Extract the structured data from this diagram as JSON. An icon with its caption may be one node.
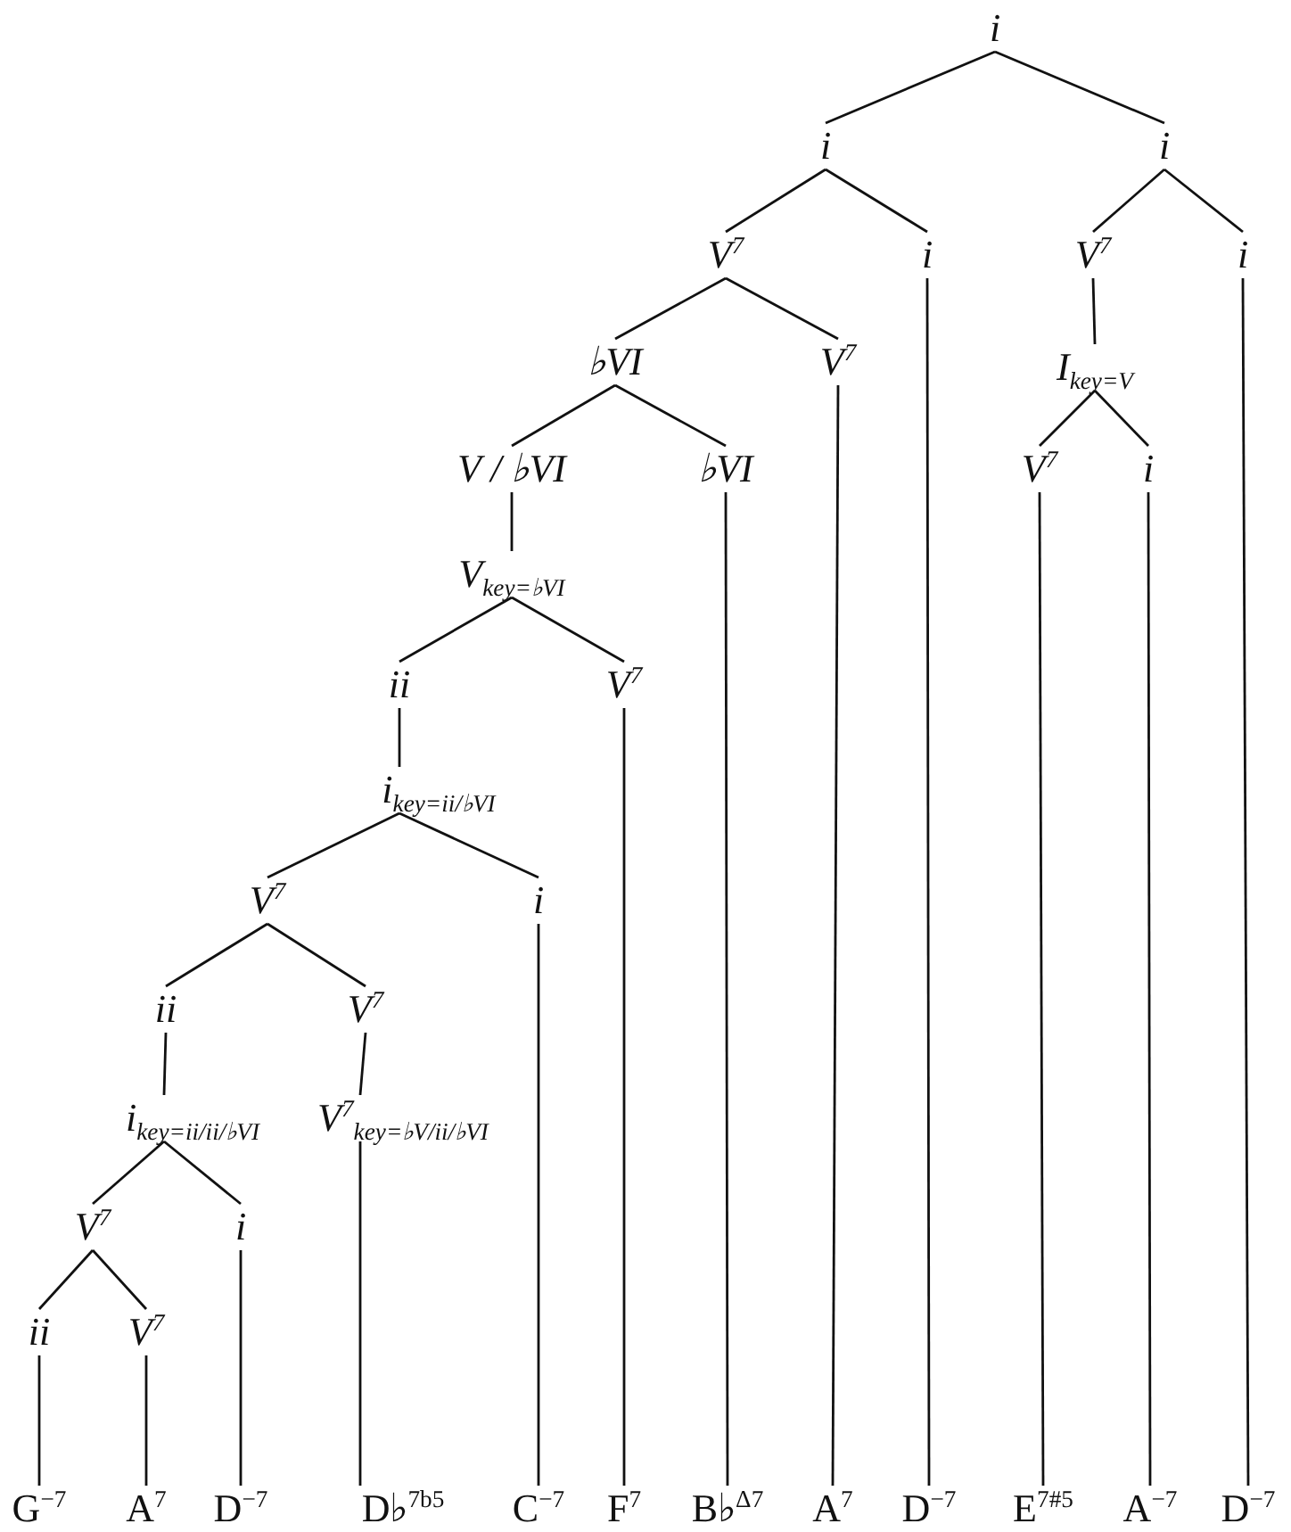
{
  "diagram": {
    "nodes": [
      {
        "text": [
          "i"
        ]
      },
      {
        "text": [
          "i"
        ]
      },
      {
        "text": [
          "i"
        ]
      },
      {
        "text": [
          "V$^{7}$"
        ]
      },
      {
        "text": [
          "i"
        ]
      },
      {
        "text": [
          "V$^{7}$"
        ]
      },
      {
        "text": [
          "i"
        ]
      },
      {
        "text": [
          "♭VI"
        ]
      },
      {
        "text": [
          "V$^{7}$"
        ]
      },
      {
        "text": [
          "I$_{key=V}$"
        ]
      },
      {
        "text": [
          "V / ♭VI"
        ]
      },
      {
        "text": [
          "♭VI"
        ]
      },
      {
        "text": [
          "V$^{7}$"
        ]
      },
      {
        "text": [
          "i"
        ]
      },
      {
        "text": [
          "V$_{key=♭VI}$"
        ]
      },
      {
        "text": [
          "ii"
        ]
      },
      {
        "text": [
          "V$^{7}$"
        ]
      },
      {
        "text": [
          "i$_{key=ii/♭VI}$"
        ]
      },
      {
        "text": [
          "V$^{7}$"
        ]
      },
      {
        "text": [
          "i"
        ]
      },
      {
        "text": [
          "ii"
        ]
      },
      {
        "text": [
          "V$^{7}$"
        ]
      },
      {
        "text": [
          "i$_{key=ii/ii/♭VI}$"
        ]
      },
      {
        "text": [
          "V$^{7}$$_{key=♭V/ii/♭VI}$"
        ]
      },
      {
        "text": [
          "V$^{7}$"
        ]
      },
      {
        "text": [
          "i"
        ]
      },
      {
        "text": [
          "ii"
        ]
      },
      {
        "text": [
          "V$^{7}$"
        ]
      },
      {
        "text": [
          "G$^{−7}$"
        ]
      },
      {
        "text": [
          "A$^{7}$"
        ]
      },
      {
        "text": [
          "D$^{−7}$"
        ]
      },
      {
        "text": [
          "D♭$^{7b5}$"
        ]
      },
      {
        "text": [
          "C$^{−7}$"
        ]
      },
      {
        "text": [
          "F$^{7}$"
        ]
      },
      {
        "text": [
          "B♭$^{Δ7}$"
        ]
      },
      {
        "text": [
          "A$^{7}$"
        ]
      },
      {
        "text": [
          "D$^{−7}$"
        ]
      },
      {
        "text": [
          "E$^{7#5}$"
        ]
      },
      {
        "text": [
          "A$^{−7}$"
        ]
      },
      {
        "text": [
          "D$^{−7}$"
        ]
      }
    ],
    "edges": [
      {
        "from": 0,
        "to": 1,
        "arrow": "none"
      },
      {
        "from": 0,
        "to": 2,
        "arrow": "none"
      },
      {
        "from": 1,
        "to": 3,
        "arrow": "none"
      },
      {
        "from": 1,
        "to": 4,
        "arrow": "none"
      },
      {
        "from": 2,
        "to": 5,
        "arrow": "none"
      },
      {
        "from": 2,
        "to": 6,
        "arrow": "none"
      },
      {
        "from": 3,
        "to": 7,
        "arrow": "none"
      },
      {
        "from": 3,
        "to": 8,
        "arrow": "none"
      },
      {
        "from": 5,
        "to": 9,
        "arrow": "none"
      },
      {
        "from": 7,
        "to": 10,
        "arrow": "none"
      },
      {
        "from": 7,
        "to": 11,
        "arrow": "none"
      },
      {
        "from": 9,
        "to": 12,
        "arrow": "none"
      },
      {
        "from": 9,
        "to": 13,
        "arrow": "none"
      },
      {
        "from": 10,
        "to": 14,
        "arrow": "none"
      },
      {
        "from": 14,
        "to": 15,
        "arrow": "none"
      },
      {
        "from": 14,
        "to": 16,
        "arrow": "none"
      },
      {
        "from": 15,
        "to": 17,
        "arrow": "none"
      },
      {
        "from": 17,
        "to": 18,
        "arrow": "none"
      },
      {
        "from": 17,
        "to": 19,
        "arrow": "none"
      },
      {
        "from": 18,
        "to": 20,
        "arrow": "none"
      },
      {
        "from": 18,
        "to": 21,
        "arrow": "none"
      },
      {
        "from": 20,
        "to": 22,
        "arrow": "none"
      },
      {
        "from": 21,
        "to": 23,
        "arrow": "none"
      },
      {
        "from": 22,
        "to": 24,
        "arrow": "none"
      },
      {
        "from": 22,
        "to": 25,
        "arrow": "none"
      },
      {
        "from": 24,
        "to": 26,
        "arrow": "none"
      },
      {
        "from": 24,
        "to": 27,
        "arrow": "none"
      },
      {
        "from": 26,
        "to": 28,
        "arrow": "none"
      },
      {
        "from": 27,
        "to": 29,
        "arrow": "none"
      },
      {
        "from": 25,
        "to": 30,
        "arrow": "none"
      },
      {
        "from": 23,
        "to": 31,
        "arrow": "none"
      },
      {
        "from": 19,
        "to": 32,
        "arrow": "none"
      },
      {
        "from": 16,
        "to": 33,
        "arrow": "none"
      },
      {
        "from": 11,
        "to": 34,
        "arrow": "none"
      },
      {
        "from": 8,
        "to": 35,
        "arrow": "none"
      },
      {
        "from": 4,
        "to": 36,
        "arrow": "none"
      },
      {
        "from": 12,
        "to": 37,
        "arrow": "none"
      },
      {
        "from": 13,
        "to": 38,
        "arrow": "none"
      },
      {
        "from": 6,
        "to": 39,
        "arrow": "none"
      }
    ]
  }
}
